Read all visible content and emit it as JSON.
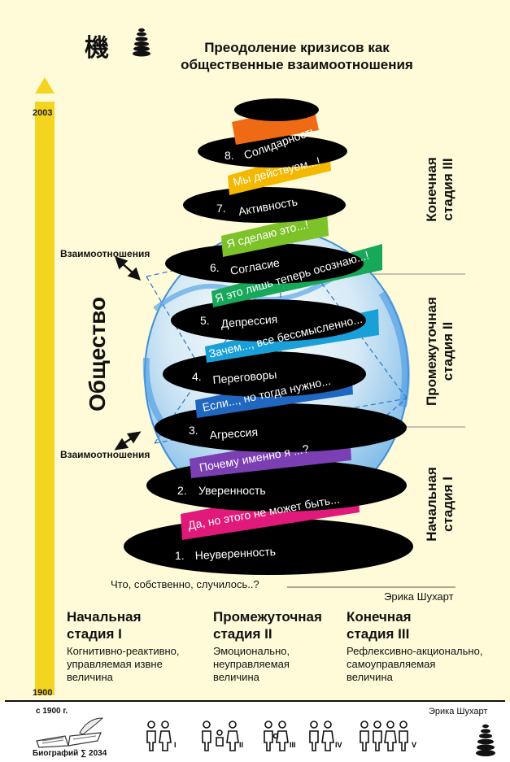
{
  "header": {
    "title_line1": "Преодоление кризисов как",
    "title_line2": "общественные взаимоотношения",
    "logo_chars": "機"
  },
  "timeline": {
    "top_year": "2003",
    "bottom_year": "1900",
    "bar_color": "#f3d41e"
  },
  "society_label": "Общество",
  "relations_top": "Взаимоотношения",
  "relations_bottom": "Взаимоотношения",
  "side_stages": {
    "final": [
      "Конечная",
      "стадия III"
    ],
    "middle": [
      "Промежуточная",
      "стадия II"
    ],
    "initial": [
      "Начальная",
      "стадия I"
    ]
  },
  "spiral": {
    "steps": [
      {
        "num": "1.",
        "label": "Неуверенность"
      },
      {
        "num": "2.",
        "label": "Уверенность"
      },
      {
        "num": "3.",
        "label": "Агрессия"
      },
      {
        "num": "4.",
        "label": "Переговоры"
      },
      {
        "num": "5.",
        "label": "Депрессия"
      },
      {
        "num": "6.",
        "label": "Согласие"
      },
      {
        "num": "7.",
        "label": "Активность"
      },
      {
        "num": "8.",
        "label": "Солидарность"
      }
    ],
    "bands": [
      {
        "text": "Да, но этого не может быть...",
        "color": "#e0197a"
      },
      {
        "text": "Почему именно я ...?",
        "color": "#7b3fb3"
      },
      {
        "text": "Если..., но тогда нужно...",
        "color": "#2067c2"
      },
      {
        "text": "Зачем..., все бессмысленно...",
        "color": "#1aa0d8"
      },
      {
        "text": "Я это лишь теперь осознаю...!",
        "color": "#17a85a"
      },
      {
        "text": "Я сделаю это...!",
        "color": "#7cc228"
      },
      {
        "text": "Мы действуем...!",
        "color": "#f4b800"
      },
      {
        "text": "",
        "color": "#ef6a14"
      }
    ]
  },
  "question": "Что, собственно, случилось..?",
  "author": "Эрика Шухарт",
  "columns": [
    {
      "title1": "Начальная",
      "title2": "стадия I",
      "desc": [
        "Когнитивно-реактивно,",
        "управляемая извне",
        "величина"
      ]
    },
    {
      "title1": "Промежуточная",
      "title2": "стадия II",
      "desc": [
        "Эмоционально,",
        "неуправляемая",
        "величина"
      ]
    },
    {
      "title1": "Конечная",
      "title2": "стадия III",
      "desc": [
        "Рефлексивно-акционально,",
        "самоуправляемая",
        "величина"
      ]
    }
  ],
  "footer": {
    "since": "с 1900 г.",
    "author": "Эрика Шухарт",
    "book": "Биографий ∑ 2034",
    "family_numerals": [
      "I",
      "II",
      "III",
      "IV",
      "V"
    ]
  }
}
